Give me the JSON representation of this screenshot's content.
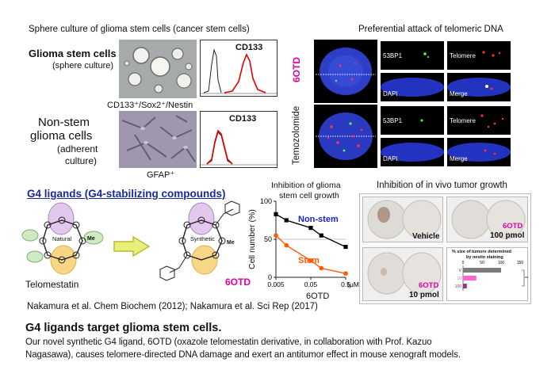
{
  "top": {
    "sphere_title": "Sphere culture of glioma stem cells (cancer stem cells)",
    "gsc_label1": "Glioma stem cells",
    "gsc_label2": "(sphere culture)",
    "gsc_markers": "CD133⁺/Sox2⁺/Nestin",
    "gsc_cd133": "CD133",
    "ns_label1": "Non-stem",
    "ns_label2": "glioma cells",
    "ns_label3": "(adherent",
    "ns_label4": "culture)",
    "ns_marker": "GFAP⁺",
    "ns_cd133": "CD133",
    "telo_title": "Preferential attack of telomeric DNA",
    "row1_drug": "6OTD",
    "row2_drug": "Temozolomide",
    "ch_53bp1": "53BP1",
    "ch_telomere": "Telomere",
    "ch_dapi": "DAPI",
    "ch_merge": "Merge"
  },
  "middle": {
    "g4_title": "G4 ligands (G4-stabilizing compounds)",
    "natural": "Natural",
    "synthetic": "Synthetic",
    "me": "Me",
    "telomestatin": "Telomestatin",
    "otd": "6OTD",
    "citation": "Nakamura et al. Chem Biochem (2012); Nakamura et al. Sci Rep (2017)"
  },
  "chart_data": {
    "type": "line",
    "title": "Inhibition of glioma stem cell growth",
    "title_line1": "Inhibition of glioma",
    "title_line2": "stem cell growth",
    "xlabel": "6OTD",
    "xunit": "(μM)",
    "ylabel": "Cell number (%)",
    "x": [
      0.005,
      0.01,
      0.05,
      0.1,
      0.5
    ],
    "x_ticks": [
      "0.005",
      "0.05",
      "0.5"
    ],
    "y_ticks": [
      "0",
      "50",
      "100"
    ],
    "ylim": [
      0,
      100
    ],
    "series": [
      {
        "name": "Non-stem",
        "color": "#1a24c8",
        "values": [
          83,
          75,
          65,
          55,
          40
        ]
      },
      {
        "name": "Stem",
        "color": "#ff5a00",
        "values": [
          55,
          42,
          22,
          12,
          5
        ]
      }
    ]
  },
  "vivo": {
    "title": "Inhibition of in vivo tumor growth",
    "vehicle": "Vehicle",
    "otd_a": "6OTD",
    "dose_a": "100 pmol",
    "otd_b": "6OTD",
    "dose_b": "10 pmol",
    "inset_title1": "% size of tumors determined",
    "inset_title2": "by nestin staining",
    "inset_ticks": [
      "0",
      "50",
      "100",
      "150"
    ],
    "inset_rows": [
      {
        "label": "V",
        "value": 100,
        "color": "#7a7a7a"
      },
      {
        "label": "10",
        "value": 35,
        "color": "#ff66cc"
      },
      {
        "label": "100",
        "value": 10,
        "color": "#8b3a8b"
      }
    ],
    "sig": "**"
  },
  "footer": {
    "headline": "G4 ligands target glioma stem cells.",
    "line1": "Our novel synthetic G4 ligand, 6OTD (oxazole telomestatin derivative, in collaboration with Prof. Kazuo",
    "line2": "Nagasawa), causes telomere-directed DNA damage and exert an antitumor effect in mouse xenograft models."
  },
  "colors": {
    "magenta": "#e000a0",
    "blue_link": "#1a2a9c",
    "arrow_fill": "#e8f07a"
  }
}
